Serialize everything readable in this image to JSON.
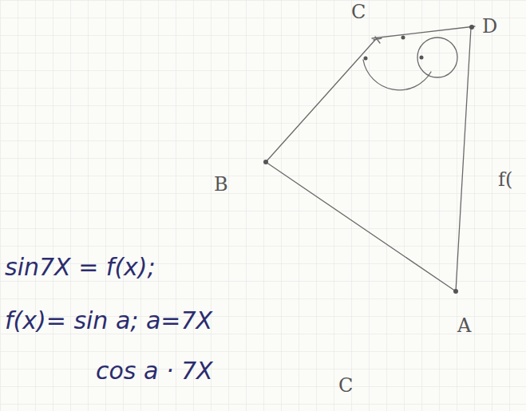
{
  "diagram": {
    "labels": [
      "C",
      "D",
      "B",
      "A",
      "f(",
      "sin7X = f(x);",
      "f(x)= sin a; a=7X",
      "cos a · 7X",
      "C"
    ]
  }
}
